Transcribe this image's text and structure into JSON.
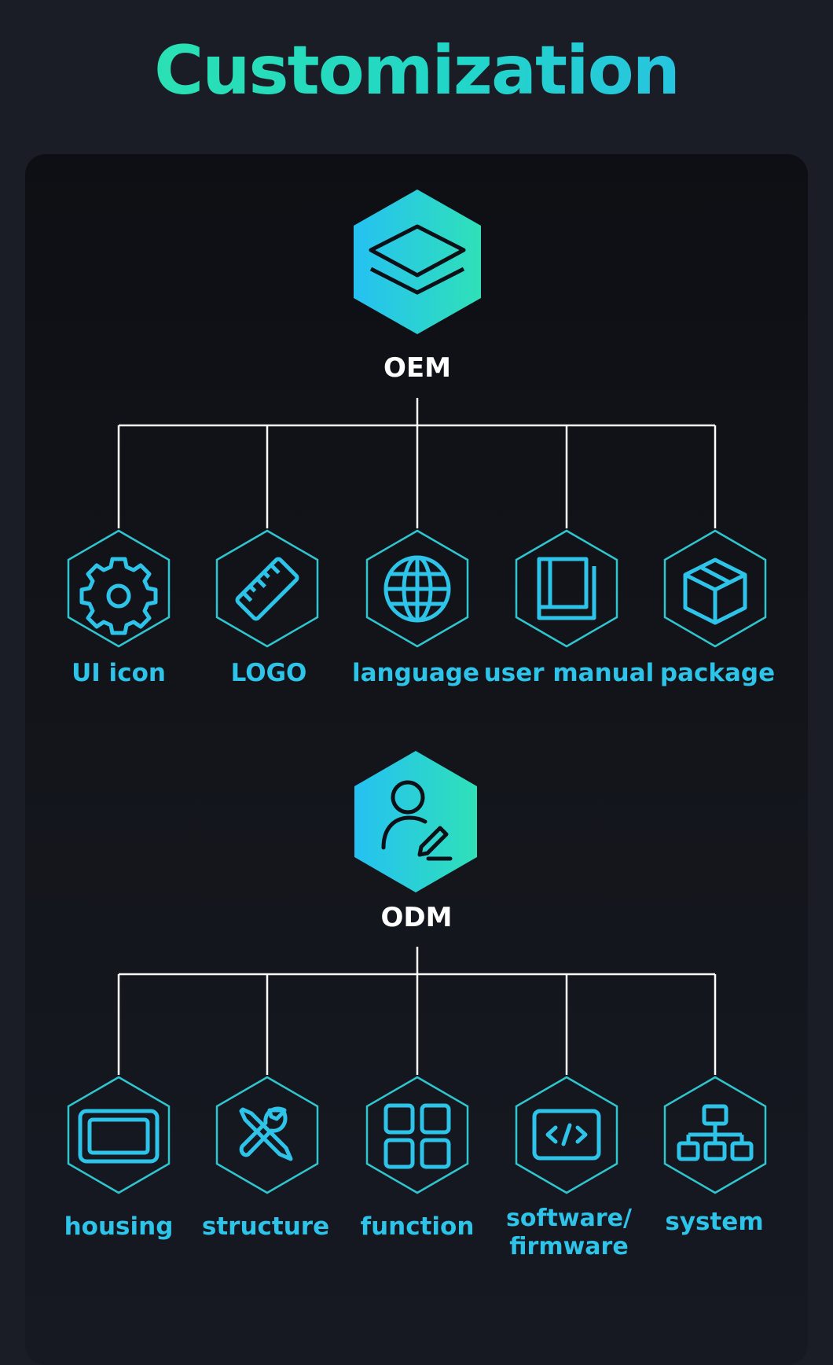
{
  "title": "Customization",
  "oem": {
    "label": "OEM",
    "items": [
      "UI icon",
      "LOGO",
      "language",
      "user manual",
      "package"
    ],
    "icons": [
      "layers-icon",
      "gear-icon",
      "ruler-icon",
      "globe-icon",
      "book-icon",
      "box-icon"
    ]
  },
  "odm": {
    "label": "ODM",
    "items": [
      "housing",
      "structure",
      "function",
      "software/ firmware",
      "system"
    ],
    "icons": [
      "user-edit-icon",
      "screen-icon",
      "tools-icon",
      "grid-icon",
      "code-icon",
      "network-icon"
    ]
  },
  "colors": {
    "accent": "#2ec3e8",
    "hex_stroke": "#2fc6cf",
    "line": "#ffffff",
    "background": "#1a1d26"
  }
}
